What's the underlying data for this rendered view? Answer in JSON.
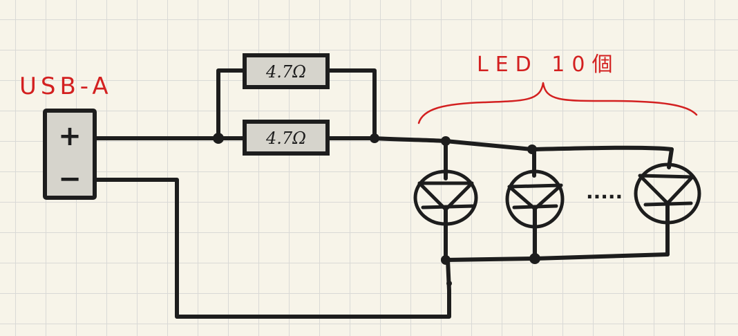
{
  "labels": {
    "usb": "USB-A",
    "led_count": "LED 10個",
    "plus": "+",
    "minus": "−",
    "resistor_1": "4.7Ω",
    "resistor_2": "4.7Ω",
    "ellipsis": "·····"
  }
}
